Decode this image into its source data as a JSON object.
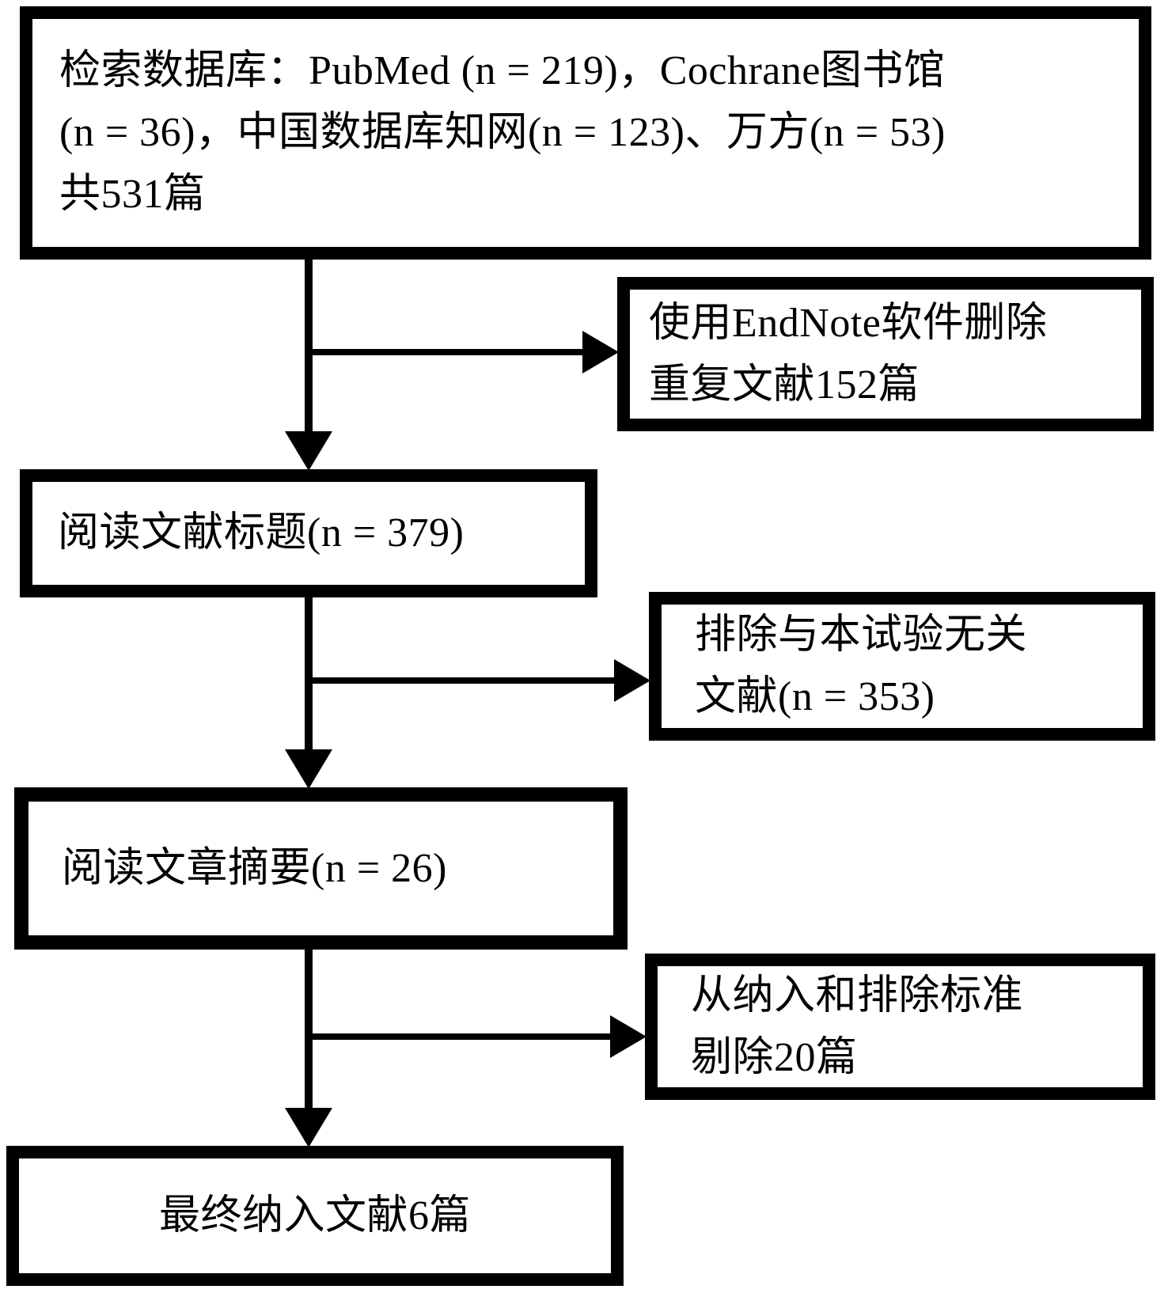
{
  "diagram_type": "literature-screening-flowchart",
  "colors": {
    "border": "#000000",
    "text": "#000000",
    "background": "#ffffff"
  },
  "nodes": {
    "search": {
      "lines": [
        "检索数据库：PubMed (n = 219)，Cochrane图书馆",
        "(n = 36)，中国数据库知网(n = 123)、万方(n = 53)",
        "共531篇"
      ]
    },
    "endnote": {
      "lines": [
        "使用EndNote软件删除",
        "重复文献152篇"
      ]
    },
    "read_titles": {
      "label": "阅读文献标题(n = 379)"
    },
    "exclude_irrelevant": {
      "lines": [
        "排除与本试验无关",
        "文献(n = 353)"
      ]
    },
    "read_abstracts": {
      "label": "阅读文章摘要(n = 26)"
    },
    "criteria_removed": {
      "lines": [
        "从纳入和排除标准",
        "剔除20篇"
      ]
    },
    "final_included": {
      "label": "最终纳入文献6篇"
    }
  }
}
